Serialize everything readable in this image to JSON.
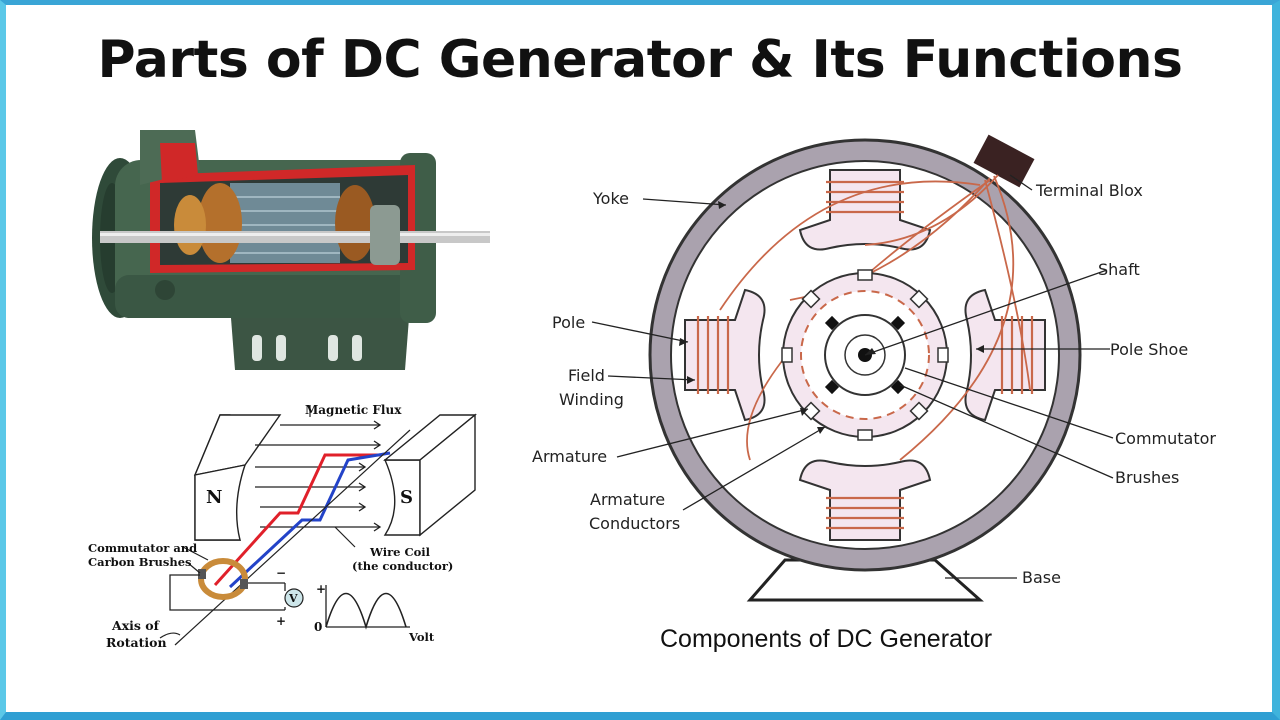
{
  "title": "Parts of DC Generator & Its Functions",
  "components_diagram": {
    "caption": "Components of DC Generator",
    "labels": {
      "yoke": "Yoke",
      "terminal_blox": "Terminal Blox",
      "shaft": "Shaft",
      "pole": "Pole",
      "pole_shoe": "Pole Shoe",
      "field": "Field",
      "winding": "Winding",
      "armature": "Armature",
      "commutator": "Commutator",
      "brushes": "Brushes",
      "armature_conductors_1": "Armature",
      "armature_conductors_2": "Conductors",
      "base": "Base"
    }
  },
  "principle_diagram": {
    "magnetic_flux": "Magnetic Flux",
    "north": "N",
    "south": "S",
    "commutator_1": "Commutator and",
    "commutator_2": "Carbon Brushes",
    "wire_coil_1": "Wire Coil",
    "wire_coil_2": "(the conductor)",
    "axis_1": "Axis of",
    "axis_2": "Rotation",
    "volt": "Volt",
    "meter": "V",
    "minus": "−",
    "plus": "+",
    "zero": "0"
  },
  "colors": {
    "frame_border": "#3aa5d6",
    "yoke": "#a9a1ad",
    "pole": "#f3e6ef",
    "winding": "#c9684a",
    "motor_body": "#3e5a47",
    "coil_red": "#e0202a",
    "coil_blue": "#2343c8"
  }
}
